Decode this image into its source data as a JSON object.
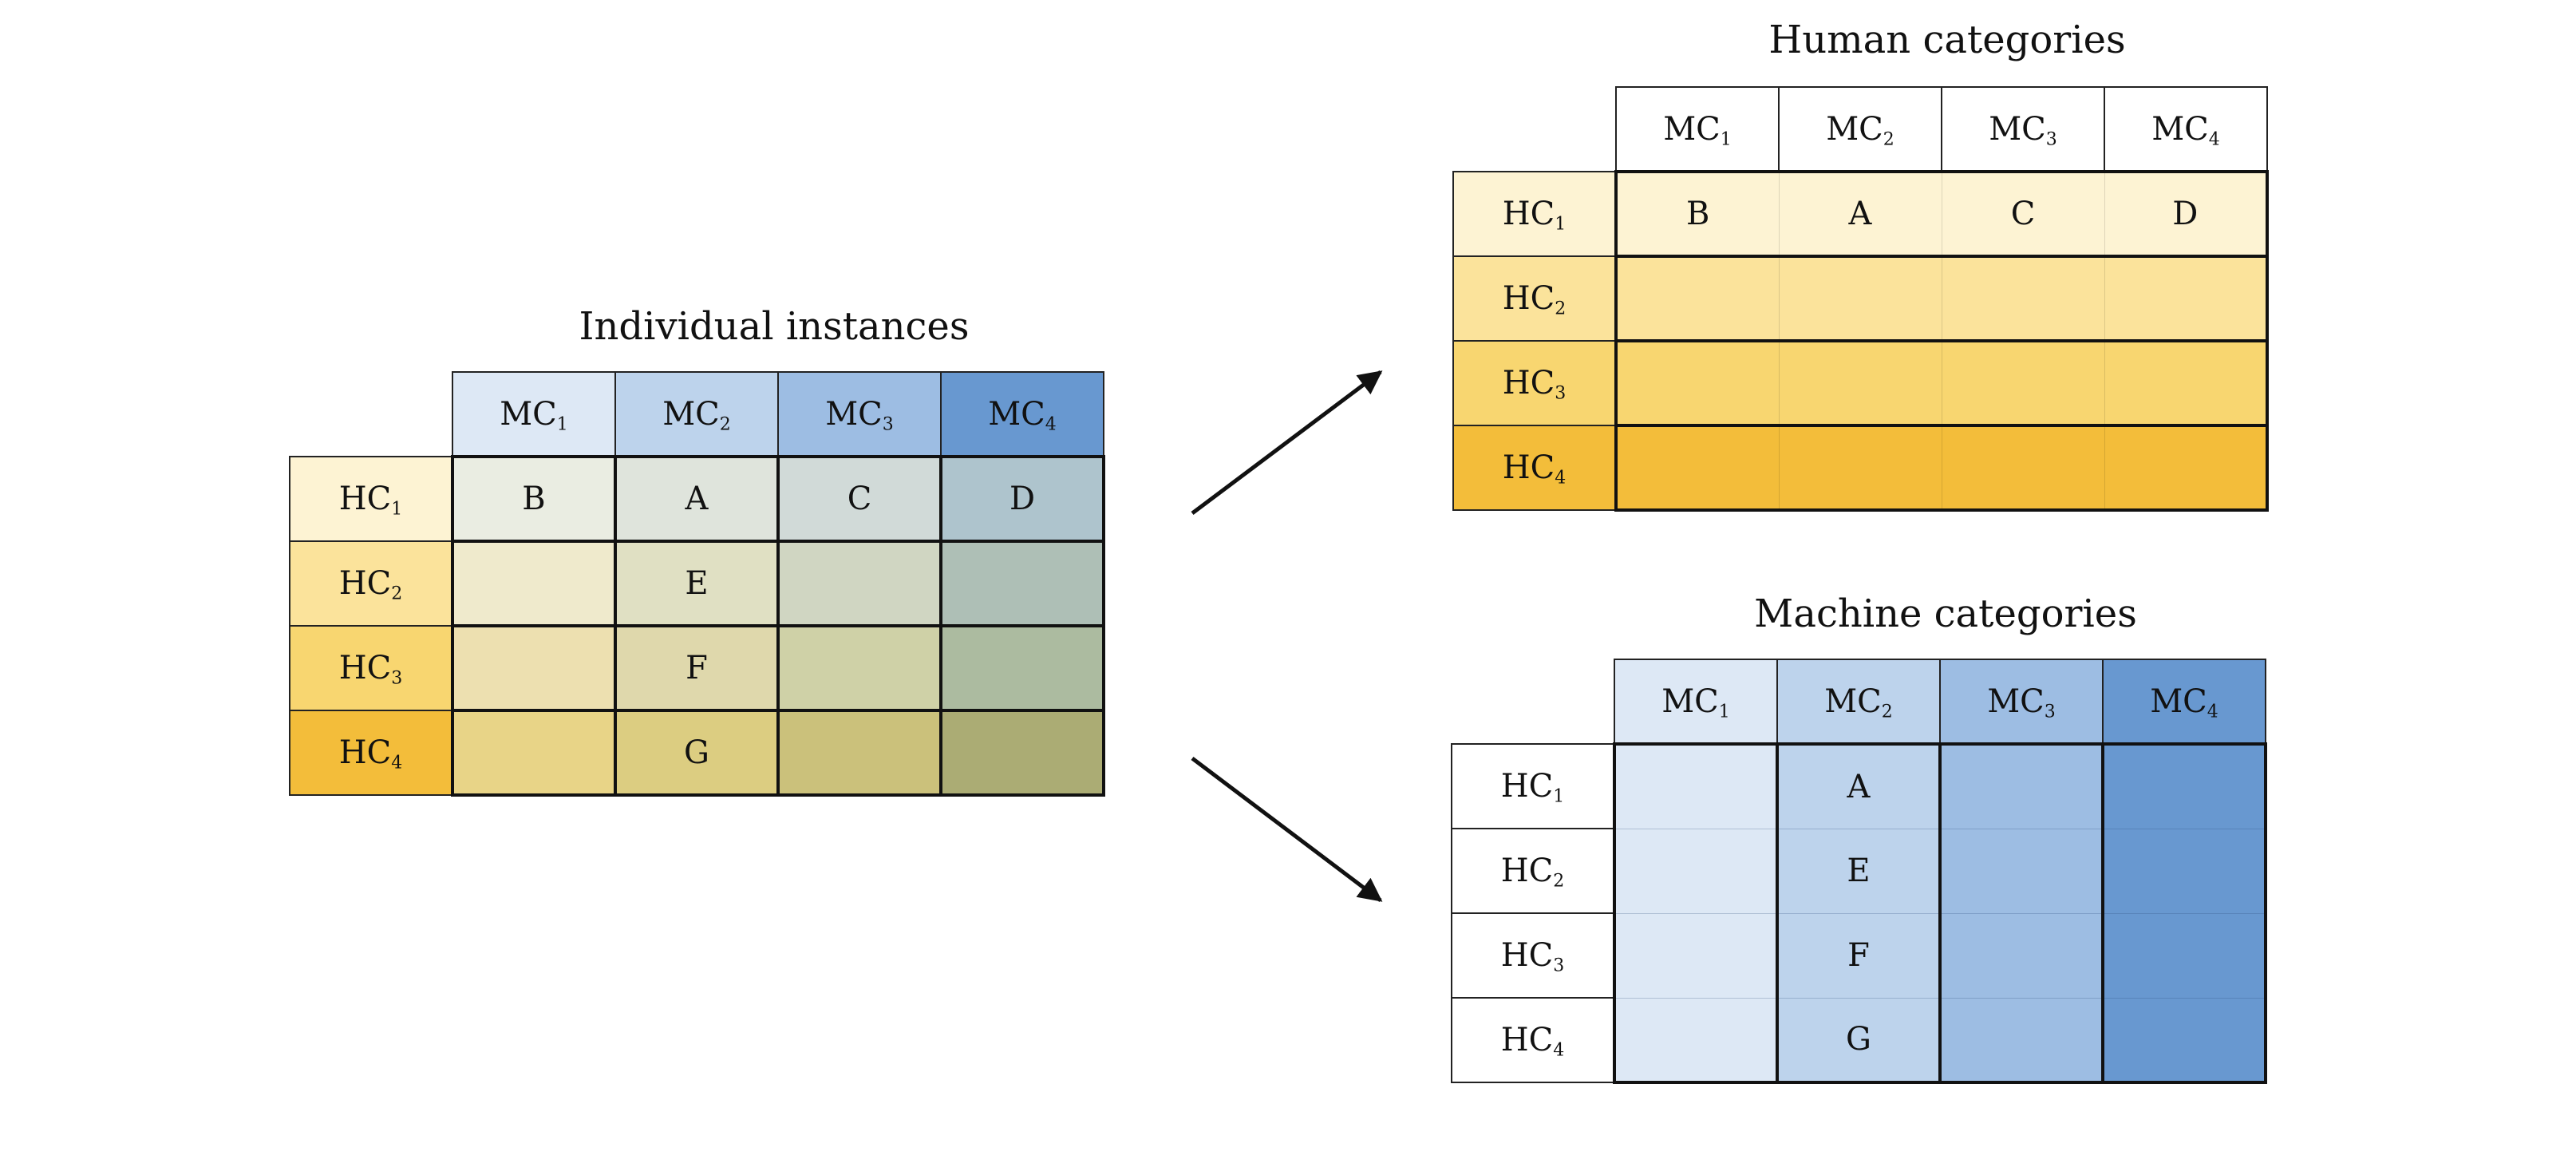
{
  "colors": {
    "hc": [
      "#fdf3d3",
      "#fbe39b",
      "#f8d670",
      "#f3bd3a"
    ],
    "mc": [
      "#dde8f5",
      "#bdd3ec",
      "#9dbde3",
      "#6898d0"
    ],
    "mix": [
      [
        "#eaede2",
        "#dfe4dc",
        "#d1dad8",
        "#aec4cd"
      ],
      [
        "#efeacc",
        "#e0e0c3",
        "#d0d6c2",
        "#aebfb6"
      ],
      [
        "#ede0b0",
        "#dfd8ac",
        "#cfd1a7",
        "#acbba0"
      ],
      [
        "#e8d487",
        "#dccd81",
        "#cbc17b",
        "#abac74"
      ]
    ],
    "arrow": "#111111"
  },
  "instances": {
    "title": "Individual instances",
    "col_headers": [
      {
        "base": "MC",
        "sub": "1"
      },
      {
        "base": "MC",
        "sub": "2"
      },
      {
        "base": "MC",
        "sub": "3"
      },
      {
        "base": "MC",
        "sub": "4"
      }
    ],
    "row_headers": [
      {
        "base": "HC",
        "sub": "1"
      },
      {
        "base": "HC",
        "sub": "2"
      },
      {
        "base": "HC",
        "sub": "3"
      },
      {
        "base": "HC",
        "sub": "4"
      }
    ],
    "cells": [
      [
        "B",
        "A",
        "C",
        "D"
      ],
      [
        "",
        "E",
        "",
        ""
      ],
      [
        "",
        "F",
        "",
        ""
      ],
      [
        "",
        "G",
        "",
        ""
      ]
    ]
  },
  "human": {
    "title": "Human categories",
    "col_headers": [
      {
        "base": "MC",
        "sub": "1"
      },
      {
        "base": "MC",
        "sub": "2"
      },
      {
        "base": "MC",
        "sub": "3"
      },
      {
        "base": "MC",
        "sub": "4"
      }
    ],
    "row_headers": [
      {
        "base": "HC",
        "sub": "1"
      },
      {
        "base": "HC",
        "sub": "2"
      },
      {
        "base": "HC",
        "sub": "3"
      },
      {
        "base": "HC",
        "sub": "4"
      }
    ],
    "cells": [
      [
        "B",
        "A",
        "C",
        "D"
      ],
      [
        "",
        "",
        "",
        ""
      ],
      [
        "",
        "",
        "",
        ""
      ],
      [
        "",
        "",
        "",
        ""
      ]
    ]
  },
  "machine": {
    "title": "Machine categories",
    "col_headers": [
      {
        "base": "MC",
        "sub": "1"
      },
      {
        "base": "MC",
        "sub": "2"
      },
      {
        "base": "MC",
        "sub": "3"
      },
      {
        "base": "MC",
        "sub": "4"
      }
    ],
    "row_headers": [
      {
        "base": "HC",
        "sub": "1"
      },
      {
        "base": "HC",
        "sub": "2"
      },
      {
        "base": "HC",
        "sub": "3"
      },
      {
        "base": "HC",
        "sub": "4"
      }
    ],
    "cells": [
      [
        "",
        "A",
        "",
        ""
      ],
      [
        "",
        "E",
        "",
        ""
      ],
      [
        "",
        "F",
        "",
        ""
      ],
      [
        "",
        "G",
        "",
        ""
      ]
    ]
  }
}
